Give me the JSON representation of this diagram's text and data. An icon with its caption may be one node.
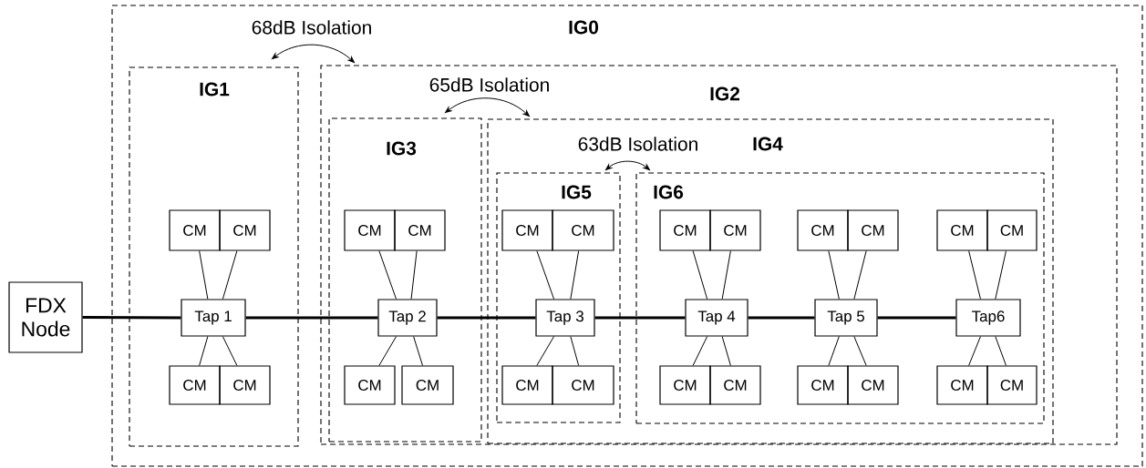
{
  "diagram": {
    "nodes": [
      {
        "text": [
          "IG0"
        ]
      },
      {
        "text": [
          "IG1"
        ],
        "in": 0
      },
      {
        "text": [
          "IG2"
        ],
        "in": 0
      },
      {
        "text": [
          "IG3"
        ],
        "in": 2
      },
      {
        "text": [
          "IG4"
        ],
        "in": 2
      },
      {
        "text": [
          "IG5"
        ],
        "in": 4
      },
      {
        "text": [
          "IG6"
        ],
        "in": 4
      },
      {
        "text": [
          "FDX Node"
        ]
      },
      {
        "text": [
          "Tap 1"
        ],
        "in": 1
      },
      {
        "text": [
          "Tap 2"
        ],
        "in": 3
      },
      {
        "text": [
          "Tap 3"
        ],
        "in": 5
      },
      {
        "text": [
          "Tap 4"
        ],
        "in": 6
      },
      {
        "text": [
          "Tap 5"
        ],
        "in": 6
      },
      {
        "text": [
          "Tap6"
        ],
        "in": 6
      },
      {
        "text": [
          "CM"
        ],
        "in": 1
      },
      {
        "text": [
          "CM"
        ],
        "in": 1
      },
      {
        "text": [
          "CM"
        ],
        "in": 1
      },
      {
        "text": [
          "CM"
        ],
        "in": 1
      },
      {
        "text": [
          "CM"
        ],
        "in": 3
      },
      {
        "text": [
          "CM"
        ],
        "in": 3
      },
      {
        "text": [
          "CM"
        ],
        "in": 3
      },
      {
        "text": [
          "CM"
        ],
        "in": 3
      },
      {
        "text": [
          "CM"
        ],
        "in": 5
      },
      {
        "text": [
          "CM"
        ],
        "in": 5
      },
      {
        "text": [
          "CM"
        ],
        "in": 5
      },
      {
        "text": [
          "CM"
        ],
        "in": 5
      },
      {
        "text": [
          "CM"
        ],
        "in": 6
      },
      {
        "text": [
          "CM"
        ],
        "in": 6
      },
      {
        "text": [
          "CM"
        ],
        "in": 6
      },
      {
        "text": [
          "CM"
        ],
        "in": 6
      },
      {
        "text": [
          "CM"
        ],
        "in": 6
      },
      {
        "text": [
          "CM"
        ],
        "in": 6
      },
      {
        "text": [
          "CM"
        ],
        "in": 6
      },
      {
        "text": [
          "CM"
        ],
        "in": 6
      },
      {
        "text": [
          "CM"
        ],
        "in": 6
      },
      {
        "text": [
          "CM"
        ],
        "in": 6
      },
      {
        "text": [
          "CM"
        ],
        "in": 6
      },
      {
        "text": [
          "CM"
        ],
        "in": 6
      }
    ],
    "edges": [
      {
        "from": 1,
        "to": 2,
        "arrow": "both",
        "label": "68dB Isolation"
      },
      {
        "from": 3,
        "to": 4,
        "arrow": "both",
        "label": "65dB Isolation"
      },
      {
        "from": 5,
        "to": 6,
        "arrow": "both",
        "label": "63dB Isolation"
      },
      {
        "from": 7,
        "to": 8,
        "arrow": "none",
        "style": "thick"
      },
      {
        "from": 8,
        "to": 9,
        "arrow": "none",
        "style": "thick"
      },
      {
        "from": 9,
        "to": 10,
        "arrow": "none",
        "style": "thick"
      },
      {
        "from": 10,
        "to": 11,
        "arrow": "none",
        "style": "thick"
      },
      {
        "from": 11,
        "to": 12,
        "arrow": "none",
        "style": "thick"
      },
      {
        "from": 12,
        "to": 13,
        "arrow": "none",
        "style": "thick"
      },
      {
        "from": 14,
        "to": 8,
        "arrow": "none"
      },
      {
        "from": 15,
        "to": 8,
        "arrow": "none"
      },
      {
        "from": 16,
        "to": 8,
        "arrow": "none"
      },
      {
        "from": 17,
        "to": 8,
        "arrow": "none"
      },
      {
        "from": 18,
        "to": 9,
        "arrow": "none"
      },
      {
        "from": 19,
        "to": 9,
        "arrow": "none"
      },
      {
        "from": 20,
        "to": 9,
        "arrow": "none"
      },
      {
        "from": 21,
        "to": 9,
        "arrow": "none"
      },
      {
        "from": 22,
        "to": 10,
        "arrow": "none"
      },
      {
        "from": 23,
        "to": 10,
        "arrow": "none"
      },
      {
        "from": 24,
        "to": 10,
        "arrow": "none"
      },
      {
        "from": 25,
        "to": 10,
        "arrow": "none"
      },
      {
        "from": 26,
        "to": 11,
        "arrow": "none"
      },
      {
        "from": 27,
        "to": 11,
        "arrow": "none"
      },
      {
        "from": 28,
        "to": 11,
        "arrow": "none"
      },
      {
        "from": 29,
        "to": 11,
        "arrow": "none"
      },
      {
        "from": 30,
        "to": 12,
        "arrow": "none"
      },
      {
        "from": 31,
        "to": 12,
        "arrow": "none"
      },
      {
        "from": 32,
        "to": 12,
        "arrow": "none"
      },
      {
        "from": 33,
        "to": 12,
        "arrow": "none"
      },
      {
        "from": 34,
        "to": 13,
        "arrow": "none"
      },
      {
        "from": 35,
        "to": 13,
        "arrow": "none"
      },
      {
        "from": 36,
        "to": 13,
        "arrow": "none"
      },
      {
        "from": 37,
        "to": 13,
        "arrow": "none"
      }
    ]
  }
}
